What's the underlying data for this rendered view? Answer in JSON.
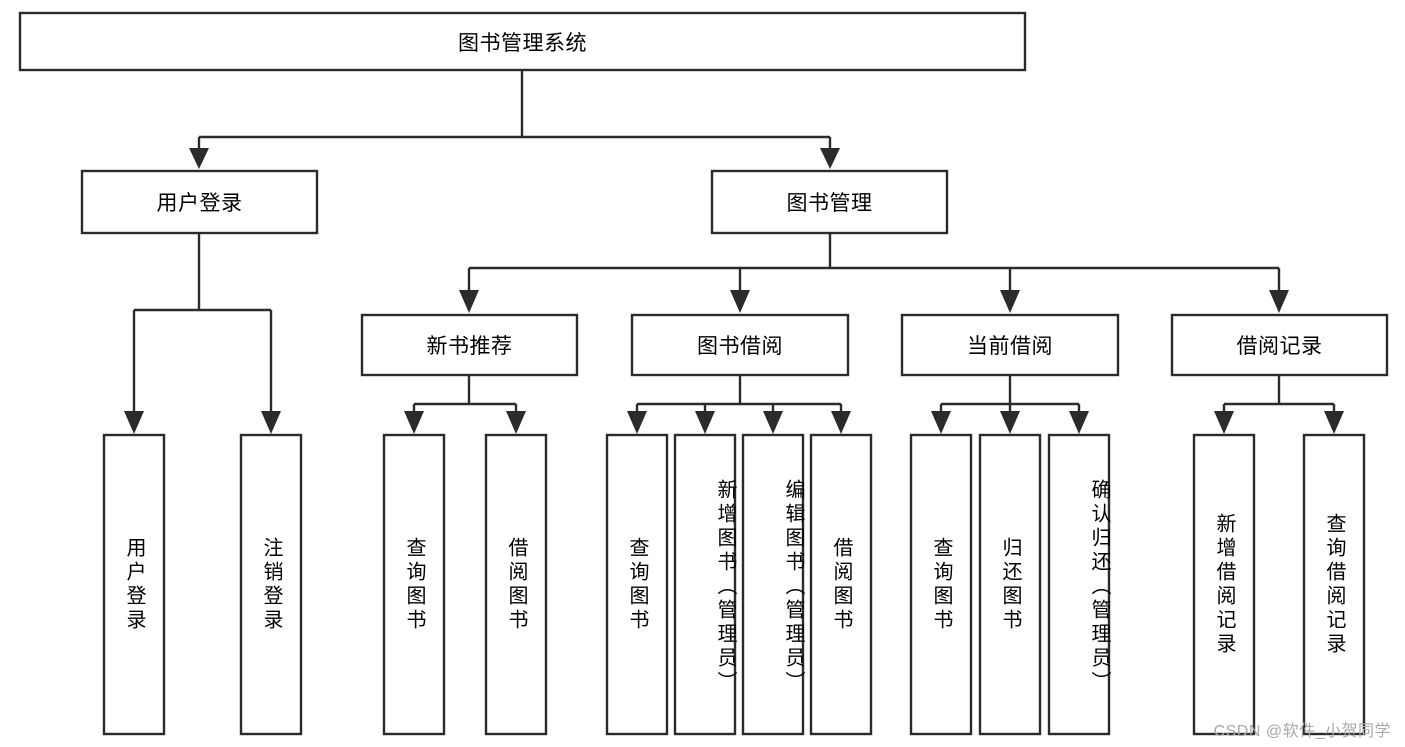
{
  "diagram": {
    "title": "图书管理系统",
    "root": {
      "label": "图书管理系统"
    },
    "level2": [
      {
        "label": "用户登录"
      },
      {
        "label": "图书管理"
      }
    ],
    "level3": [
      {
        "label": "新书推荐"
      },
      {
        "label": "图书借阅"
      },
      {
        "label": "当前借阅"
      },
      {
        "label": "借阅记录"
      }
    ],
    "leaves": {
      "user_login": [
        {
          "label": "用户登录"
        },
        {
          "label": "注销登录"
        }
      ],
      "new_book": [
        {
          "label": "查询图书"
        },
        {
          "label": "借阅图书"
        }
      ],
      "book_borrow": [
        {
          "label": "查询图书"
        },
        {
          "label": "新增图书（管理员）"
        },
        {
          "label": "编辑图书（管理员）"
        },
        {
          "label": "借阅图书"
        }
      ],
      "current_borrow": [
        {
          "label": "查询图书"
        },
        {
          "label": "归还图书"
        },
        {
          "label": "确认归还（管理员）"
        }
      ],
      "borrow_record": [
        {
          "label": "新增借阅记录"
        },
        {
          "label": "查询借阅记录"
        }
      ]
    }
  },
  "watermark": {
    "text": "CSDN @软件_小贺同学"
  },
  "colors": {
    "stroke": "#2b2b2b",
    "fill": "#ffffff",
    "text": "#000000",
    "watermark": "#a9a9a9"
  }
}
